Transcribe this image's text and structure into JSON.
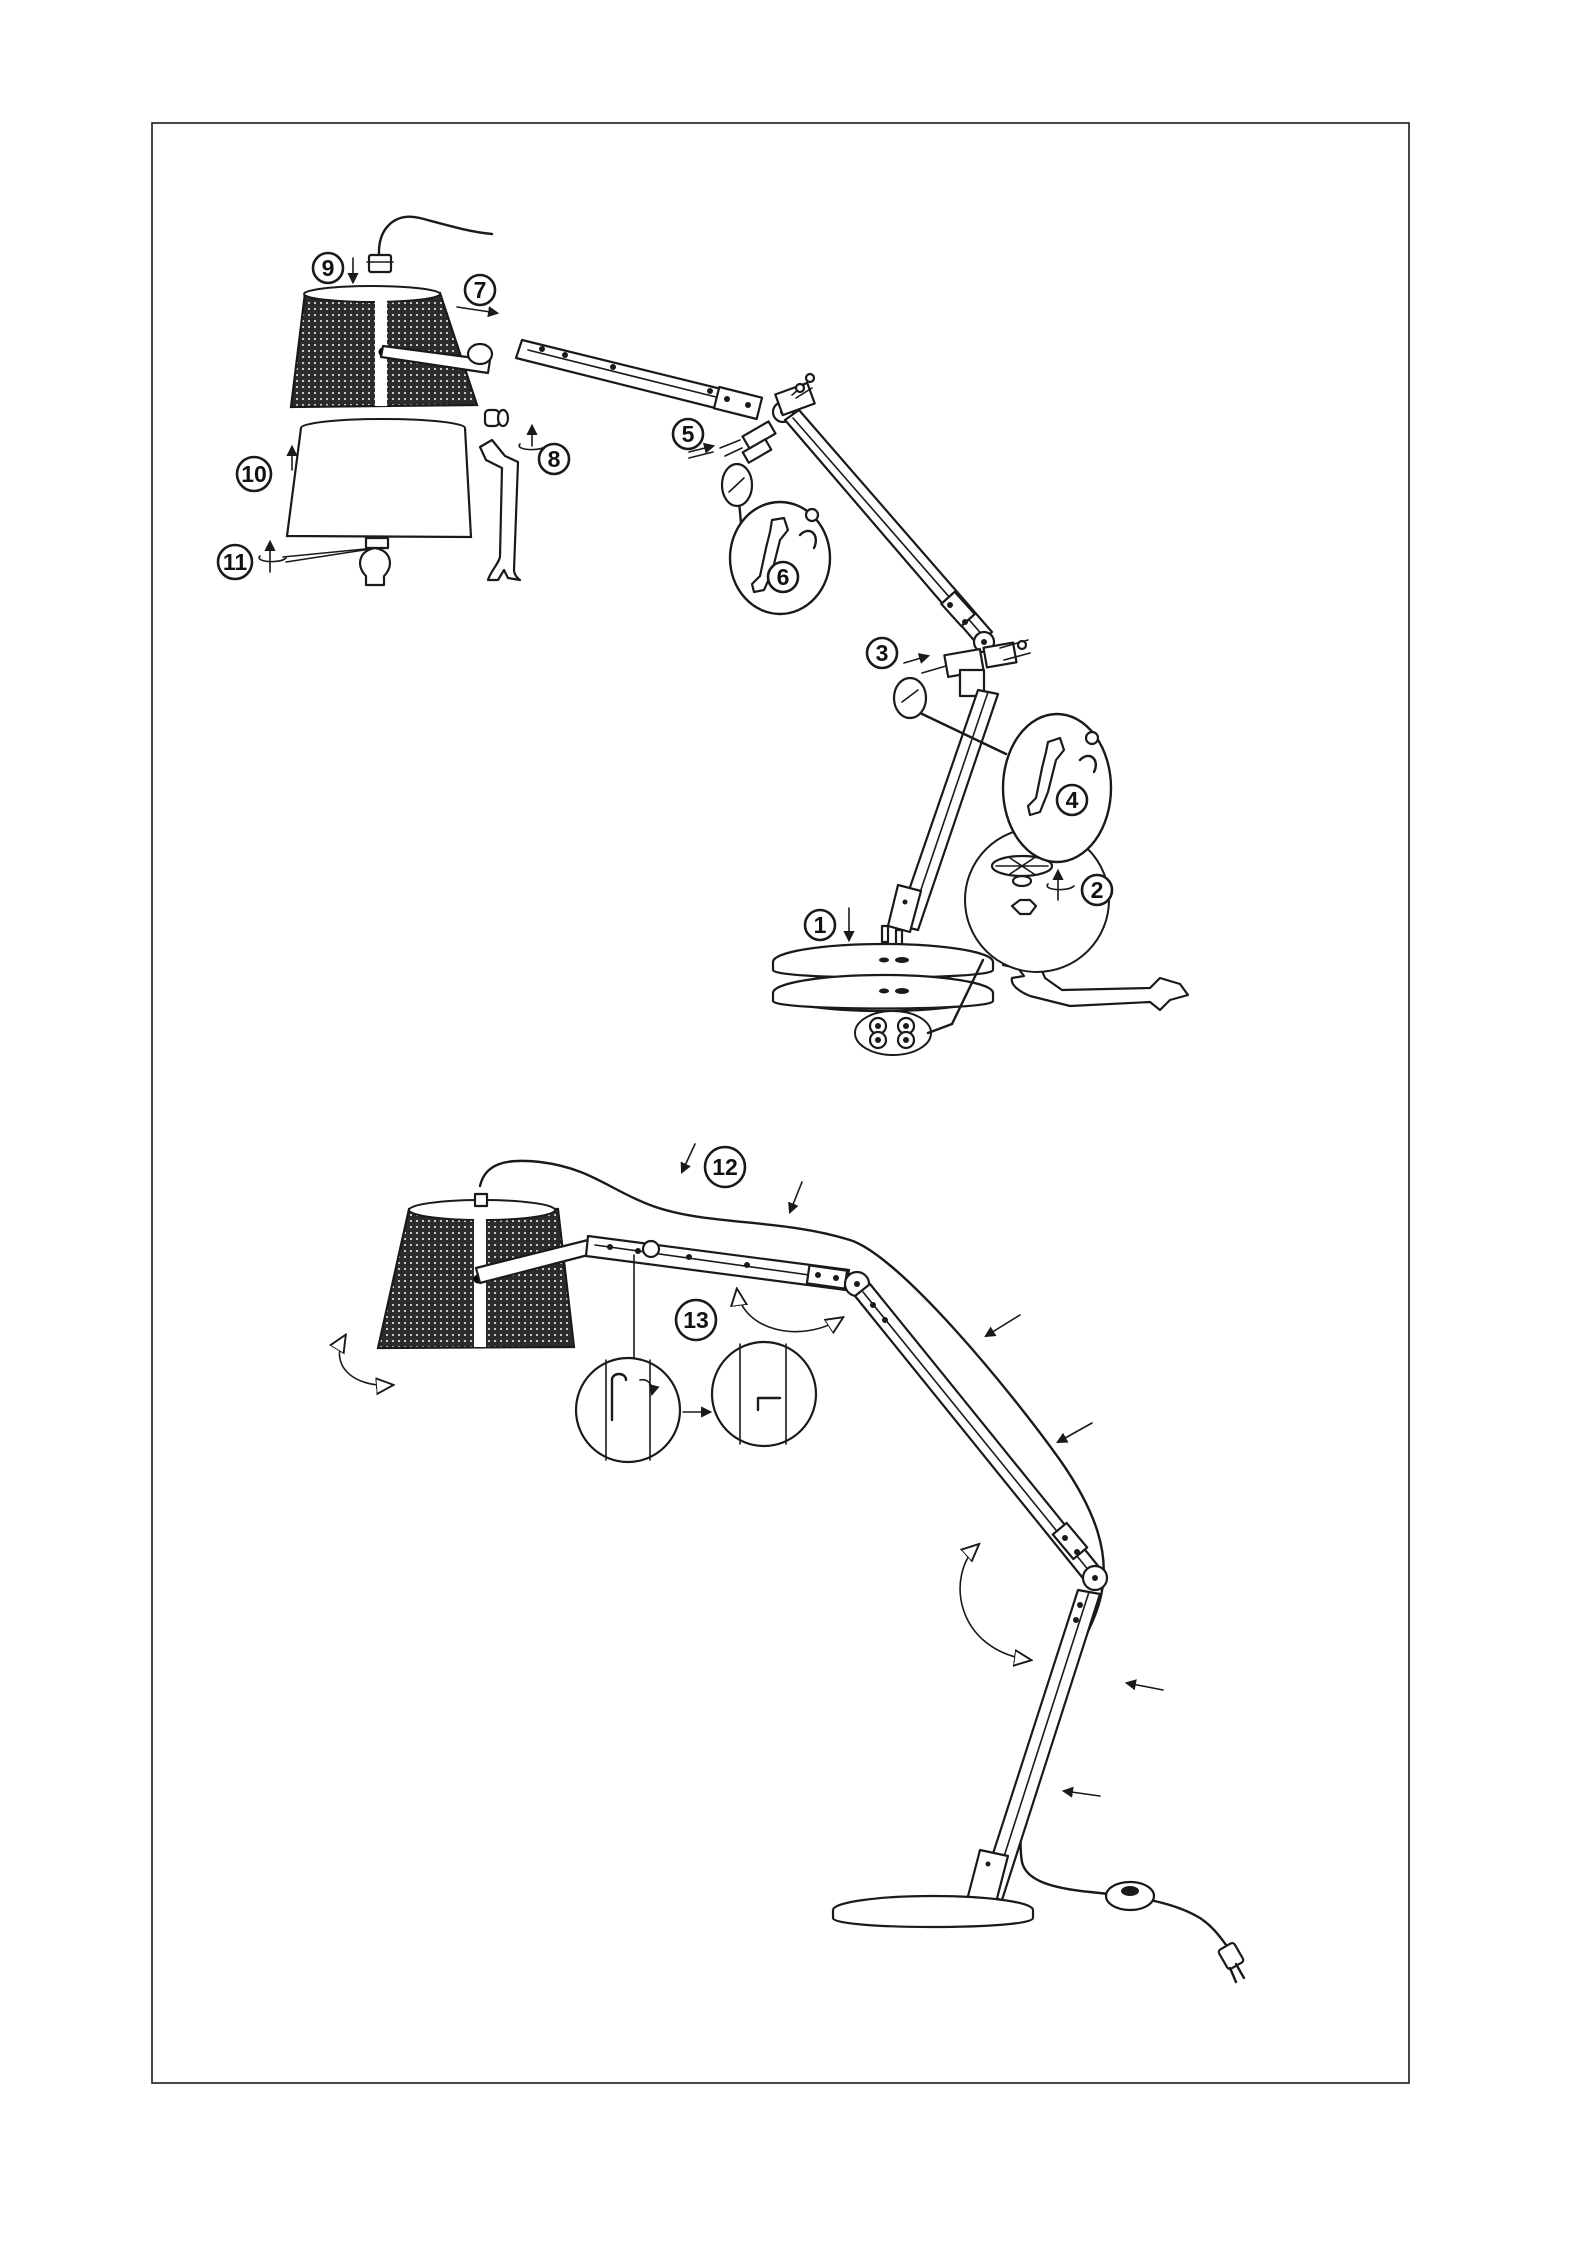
{
  "diagram": {
    "steps": [
      {
        "id": "1",
        "label": "1"
      },
      {
        "id": "2",
        "label": "2"
      },
      {
        "id": "3",
        "label": "3"
      },
      {
        "id": "4",
        "label": "4"
      },
      {
        "id": "5",
        "label": "5"
      },
      {
        "id": "6",
        "label": "6"
      },
      {
        "id": "7",
        "label": "7"
      },
      {
        "id": "8",
        "label": "8"
      },
      {
        "id": "9",
        "label": "9"
      },
      {
        "id": "10",
        "label": "10"
      },
      {
        "id": "11",
        "label": "11"
      },
      {
        "id": "12",
        "label": "12"
      },
      {
        "id": "13",
        "label": "13"
      }
    ]
  },
  "colors": {
    "line": "#1a1a1a",
    "background": "#ffffff",
    "shade_texture": "#2b2b2b"
  }
}
